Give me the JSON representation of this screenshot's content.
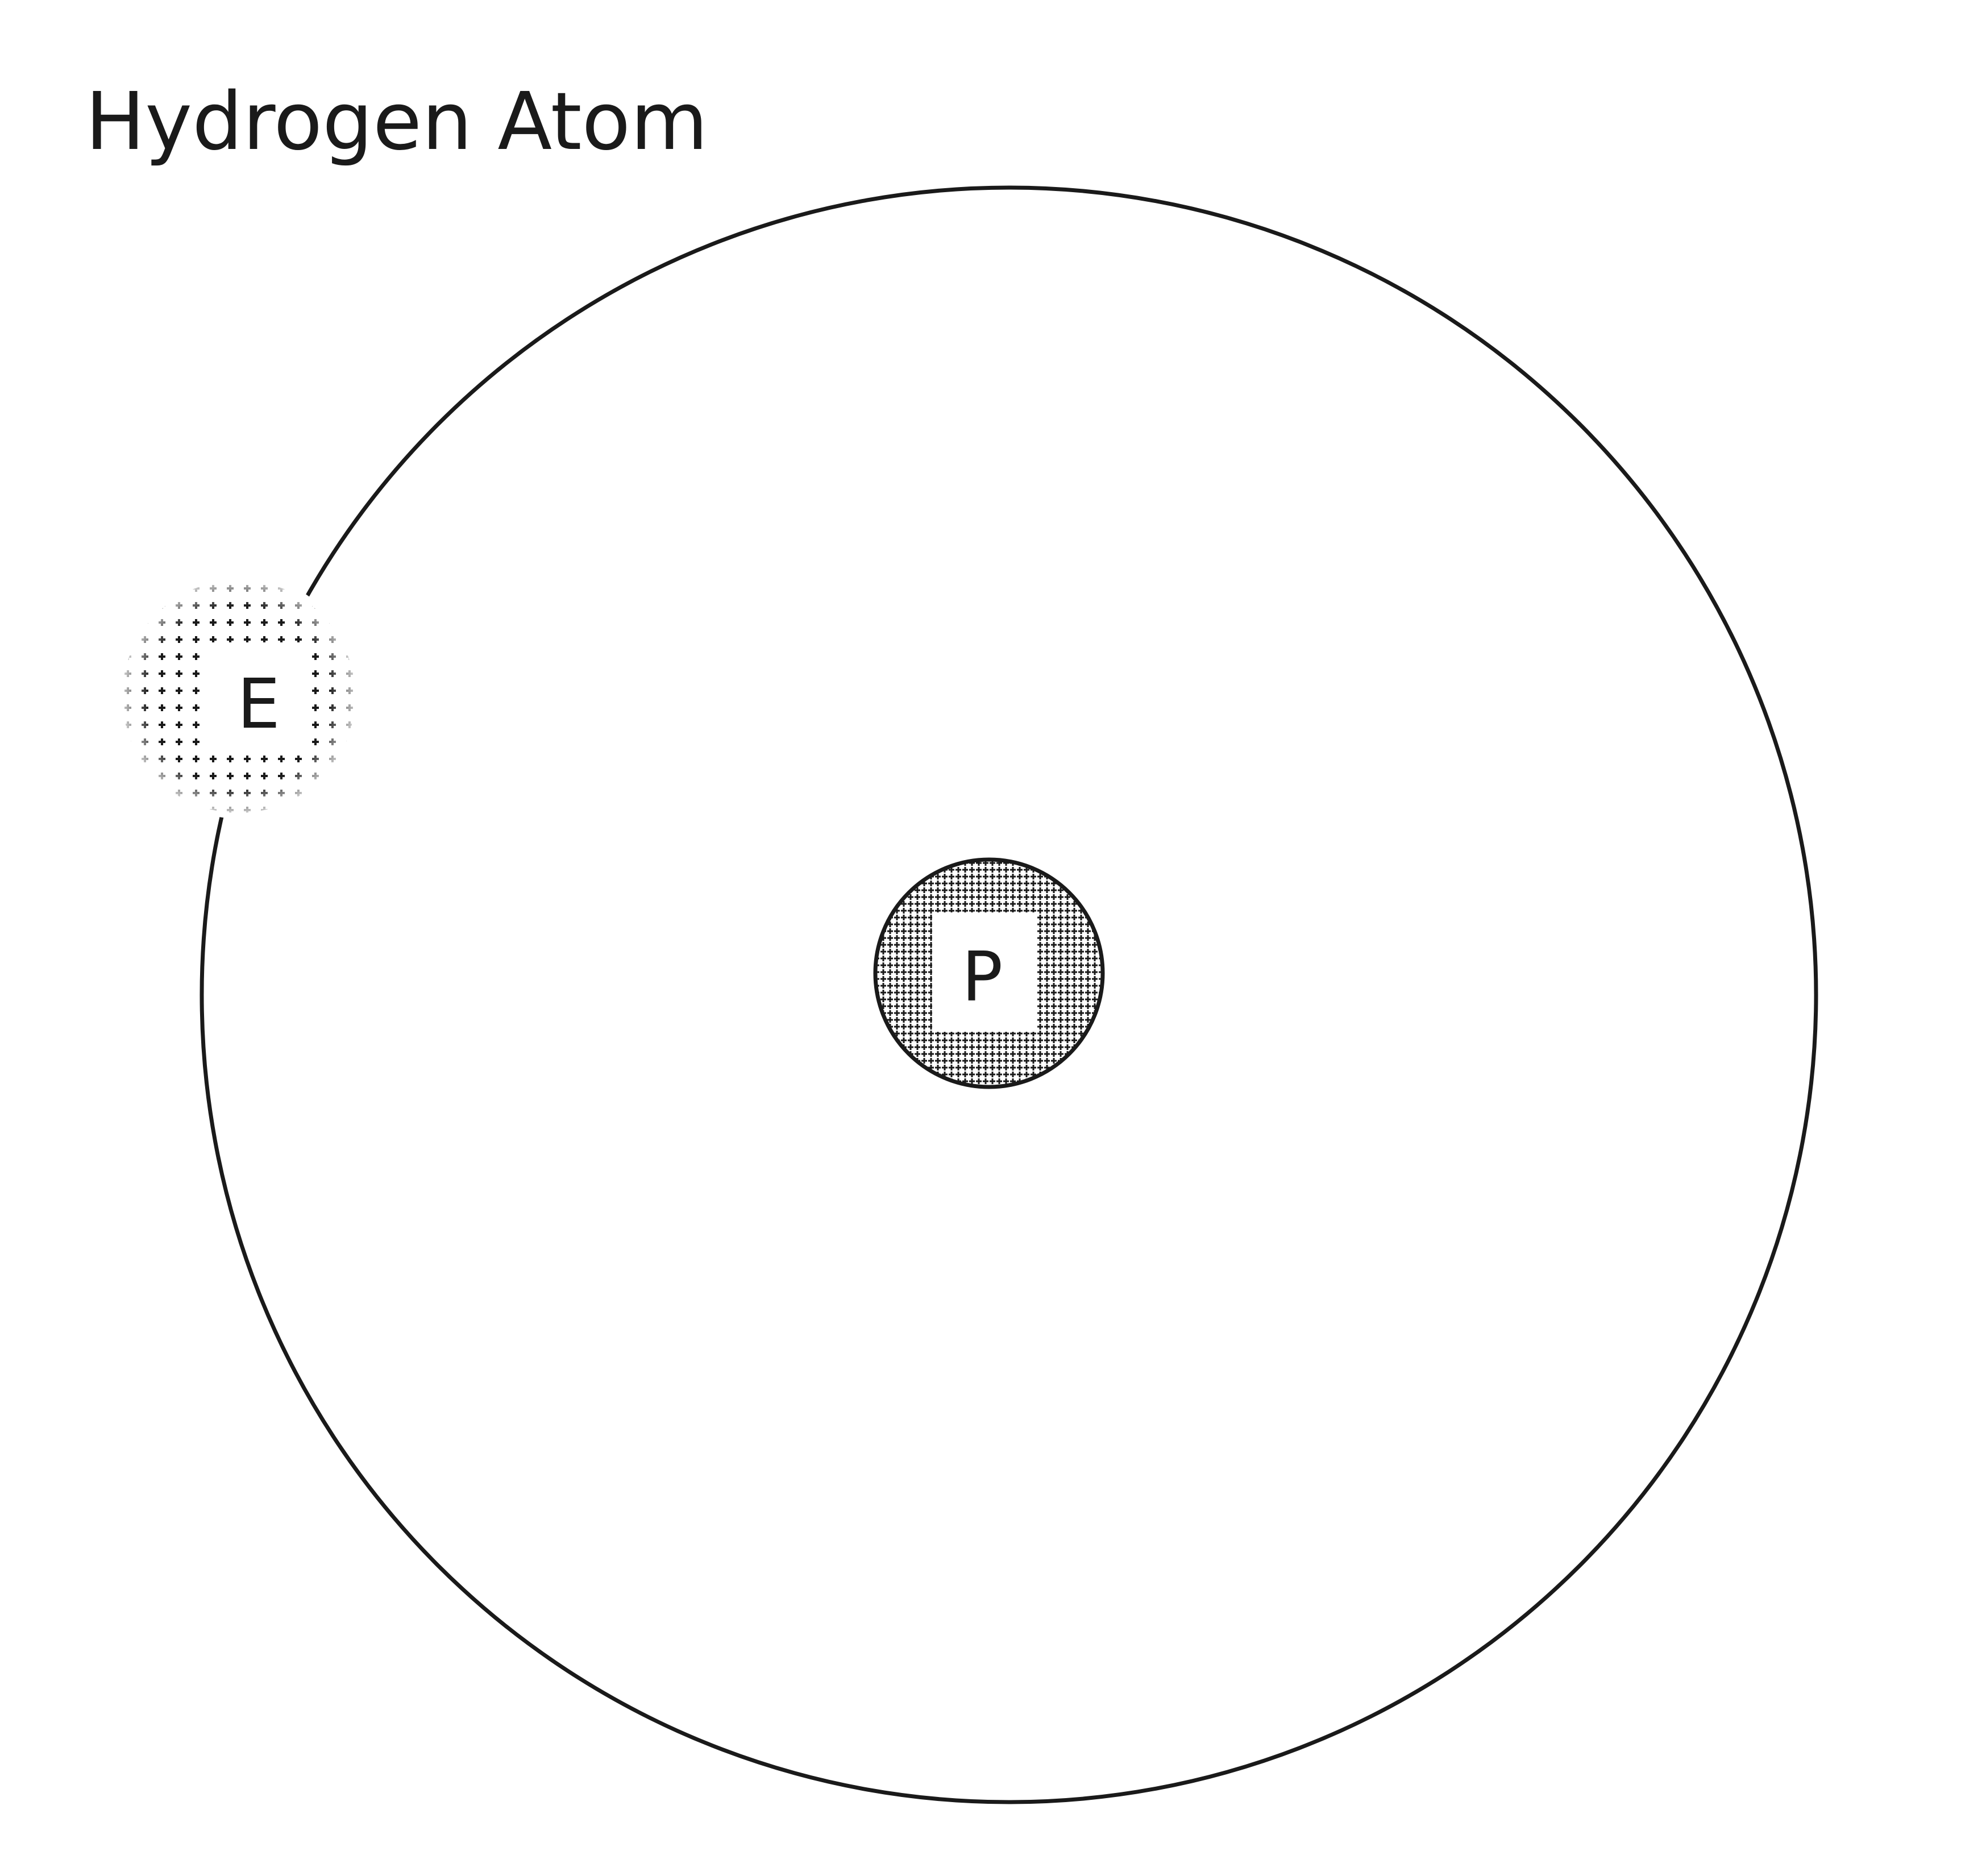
{
  "title": "Hydrogen Atom",
  "particles": {
    "electron": {
      "label": "E"
    },
    "proton": {
      "label": "P"
    }
  },
  "colors": {
    "line": "#1a1a1a",
    "background": "#ffffff"
  }
}
